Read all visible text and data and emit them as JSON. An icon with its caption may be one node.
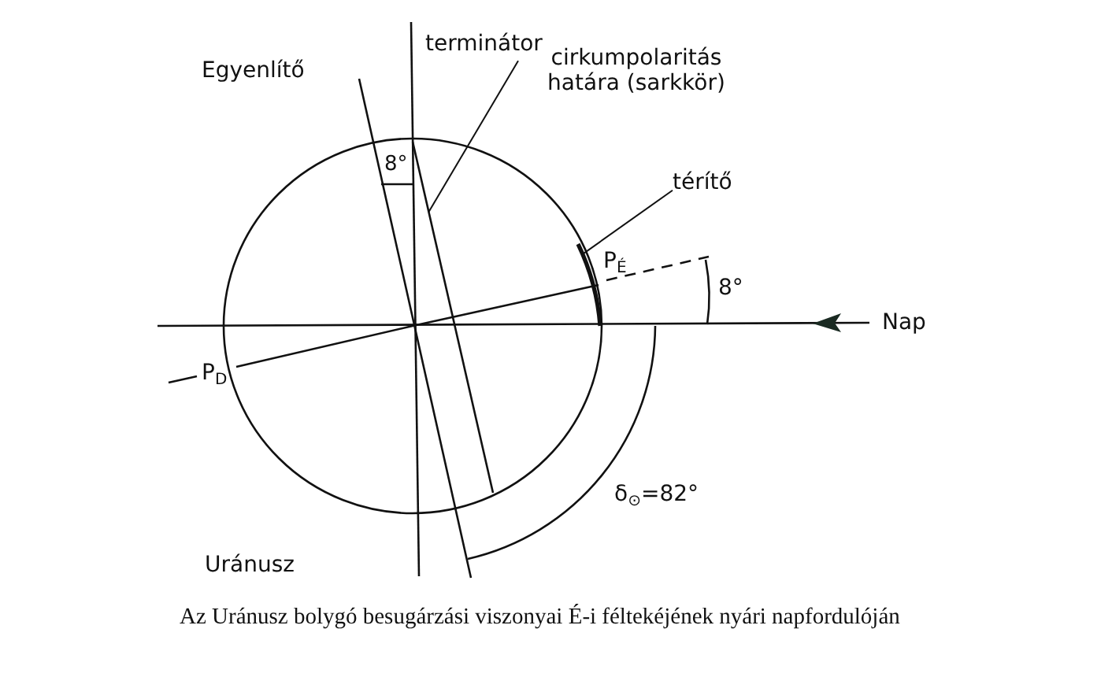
{
  "diagram": {
    "caption": "Az Uránusz bolygó besugárzási viszonyai É-i féltekéjének nyári napfordulóján",
    "nodes": [
      {
        "text": [
          "cirkumpolaritás határa (sarkkör)"
        ]
      },
      {
        "text": [],
        "shape": "line"
      },
      {
        "text": [
          "térítő"
        ]
      },
      {
        "text": [],
        "shape": "arc"
      }
    ],
    "edges": [
      {
        "from": 0,
        "to": 1,
        "arrow": "none"
      },
      {
        "from": 2,
        "to": 3,
        "arrow": "none"
      }
    ],
    "labels": [
      "Egyenlítő",
      "terminátor",
      "8°",
      "P$_{É}$",
      "8°",
      "Nap",
      "P$_{D}$",
      "δ$_{⊙}$=82°",
      "Uránusz"
    ]
  }
}
